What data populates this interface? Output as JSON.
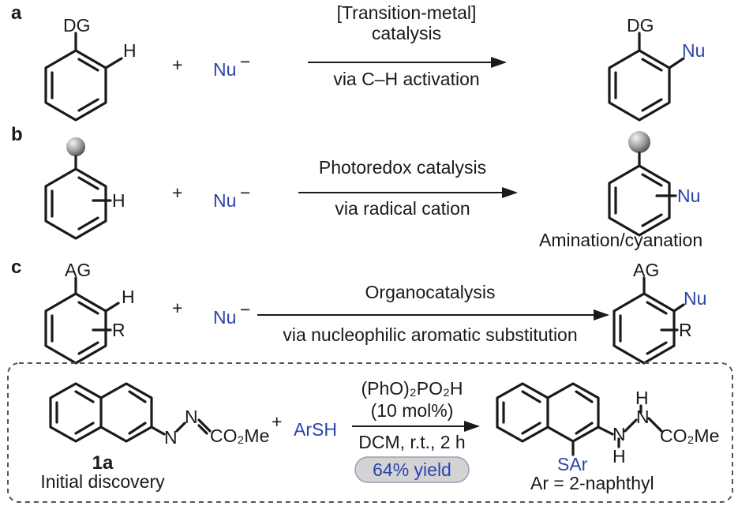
{
  "panels": {
    "a": {
      "label": "a",
      "reactant_group": "DG",
      "reactant_h": "H",
      "plus": "+",
      "nucleophile": "Nu",
      "charge": "−",
      "arrow_top_1": "[Transition-metal]",
      "arrow_top_2": "catalysis",
      "arrow_bottom": "via C–H activation",
      "product_group": "DG",
      "product_nu": "Nu"
    },
    "b": {
      "label": "b",
      "reactant_h": "H",
      "plus": "+",
      "nucleophile": "Nu",
      "charge": "−",
      "arrow_top": "Photoredox catalysis",
      "arrow_bottom": "via radical cation",
      "product_nu": "Nu",
      "product_caption": "Amination/cyanation"
    },
    "c": {
      "label": "c",
      "reactant_group": "AG",
      "reactant_h": "H",
      "reactant_r": "R",
      "plus": "+",
      "nucleophile": "Nu",
      "charge": "−",
      "arrow_top": "Organocatalysis",
      "arrow_bottom": "via nucleophilic aromatic substitution",
      "product_group": "AG",
      "product_nu": "Nu",
      "product_r": "R"
    }
  },
  "discovery": {
    "compound_id": "1a",
    "compound_caption": "Initial discovery",
    "azo_n1": "N",
    "azo_n2": "N",
    "ester": "CO₂Me",
    "plus": "+",
    "reagent": "ArSH",
    "catalyst": "(PhO)₂PO₂H",
    "loading": "(10 mol%)",
    "conditions": "DCM, r.t., 2 h",
    "yield": "64% yield",
    "product_h1": "H",
    "product_n1": "N",
    "product_n2": "N",
    "product_h2": "H",
    "product_ester": "CO₂Me",
    "product_sar": "SAr",
    "ar_definition": "Ar = 2-naphthyl"
  },
  "colors": {
    "text": "#1a1a1a",
    "nucleophile": "#2a44a8",
    "yield_pill": "#d3d3d6"
  }
}
